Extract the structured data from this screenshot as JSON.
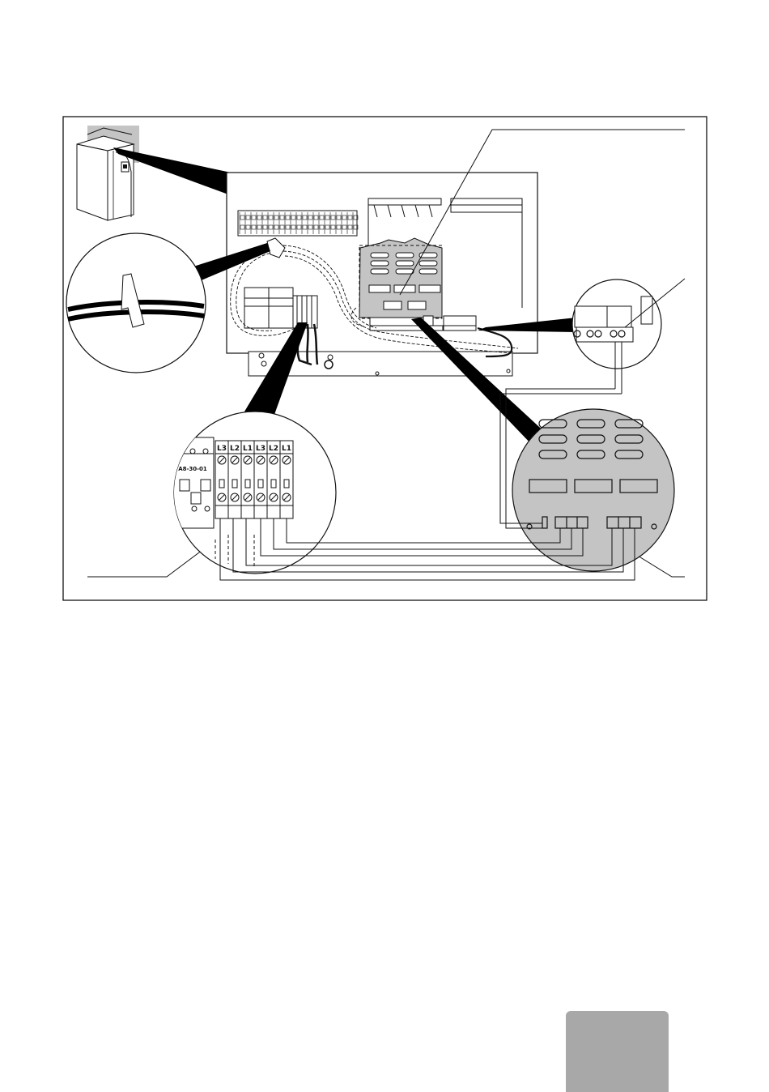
{
  "diagram": {
    "terminal_labels": [
      "L3",
      "L2",
      "L1",
      "L3",
      "L2",
      "L1"
    ],
    "contactor_label": "A8-30-01"
  },
  "colors": {
    "line": "#111111",
    "highlight_gray": "#c4c4c4",
    "tab_gray": "#a8a8a8",
    "frame": "#000000"
  },
  "icons": [
    "heat-pump-unit-icon",
    "cable-tie-icon",
    "terminal-screw-icon"
  ]
}
